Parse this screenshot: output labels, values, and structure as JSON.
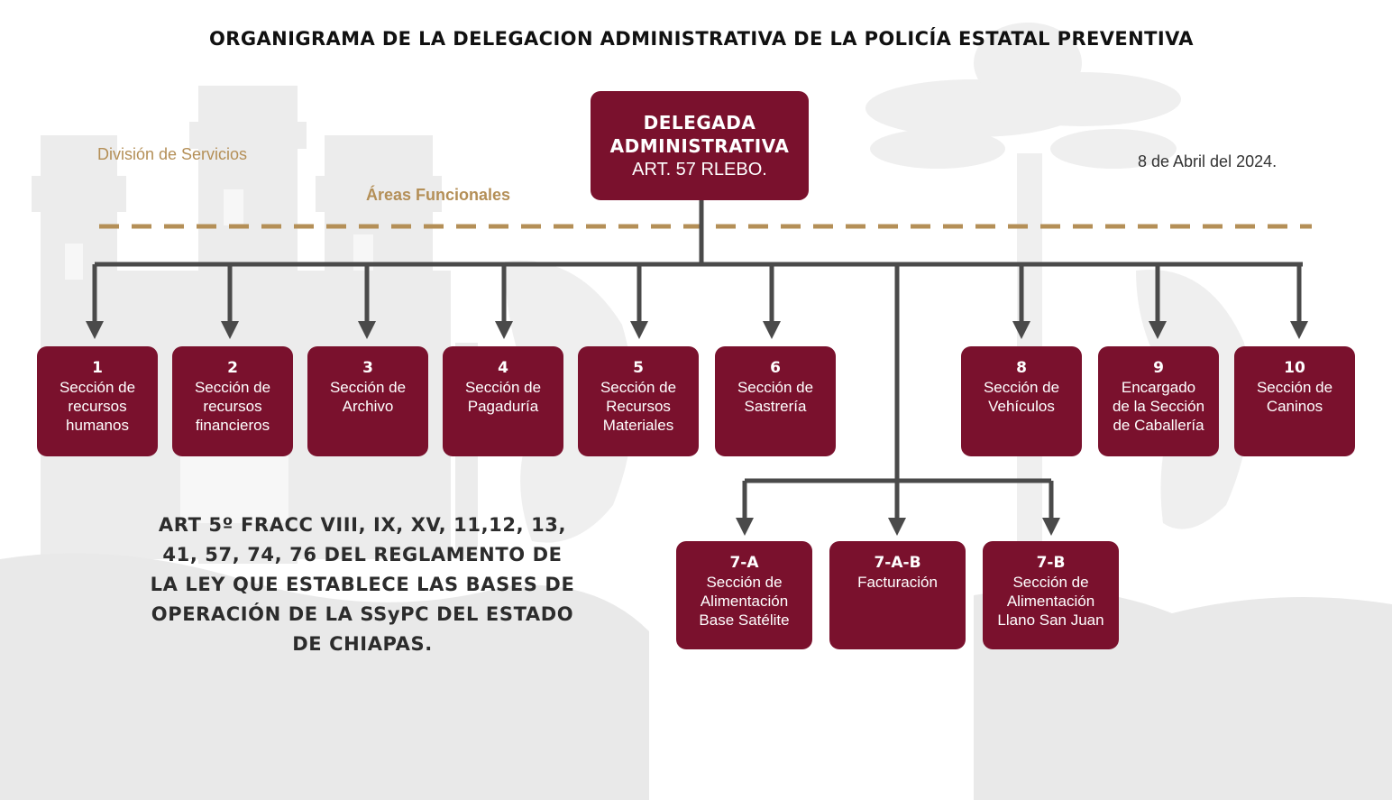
{
  "title": "ORGANIGRAMA DE LA DELEGACION ADMINISTRATIVA DE LA POLICÍA ESTATAL PREVENTIVA",
  "division_label": "División de Servicios",
  "areas_label": "Áreas Funcionales",
  "date": "8 de Abril del 2024.",
  "top": {
    "line1": "DELEGADA",
    "line2": "ADMINISTRATIVA",
    "line3": "ART. 57 RLEBO."
  },
  "sections": [
    {
      "num": "1",
      "label": "Sección de\nrecursos\nhumanos"
    },
    {
      "num": "2",
      "label": "Sección de\nrecursos\nfinancieros"
    },
    {
      "num": "3",
      "label": "Sección de\nArchivo"
    },
    {
      "num": "4",
      "label": "Sección de\nPagaduría"
    },
    {
      "num": "5",
      "label": "Sección de\nRecursos\nMateriales"
    },
    {
      "num": "6",
      "label": "Sección de\nSastrería"
    },
    {
      "num": "8",
      "label": "Sección de\nVehículos"
    },
    {
      "num": "9",
      "label": "Encargado\nde la Sección\nde Caballería"
    },
    {
      "num": "10",
      "label": "Sección de\nCaninos"
    }
  ],
  "subsections": [
    {
      "num": "7-A",
      "label": "Sección de\nAlimentación\nBase Satélite"
    },
    {
      "num": "7-A-B",
      "label": "Facturación"
    },
    {
      "num": "7-B",
      "label": "Sección de\nAlimentación\nLlano San Juan"
    }
  ],
  "legal_text": "ART 5º FRACC VIII, IX, XV, 11,12, 13, 41, 57, 74, 76 DEL REGLAMENTO DE LA LEY QUE ESTABLECE LAS BASES DE OPERACIÓN DE LA SSyPC DEL ESTADO DE CHIAPAS.",
  "colors": {
    "box": "#7a112d",
    "line": "#4a4a4a",
    "dash": "#b48f57"
  }
}
